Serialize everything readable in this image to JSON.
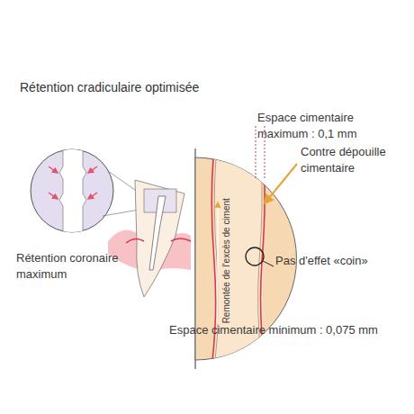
{
  "diagram": {
    "title": "Rétention cradiculaire optimisée",
    "labels": [
      "Espace cimentaire maximum : 0,1 mm",
      "Contre dépouille cimentaire",
      "Remontée de l'excès de ciment",
      "Pas d'effet «coin»",
      "Rétention coronaire maximum",
      "Espace cimentaire minimum : 0,075 mm"
    ]
  }
}
